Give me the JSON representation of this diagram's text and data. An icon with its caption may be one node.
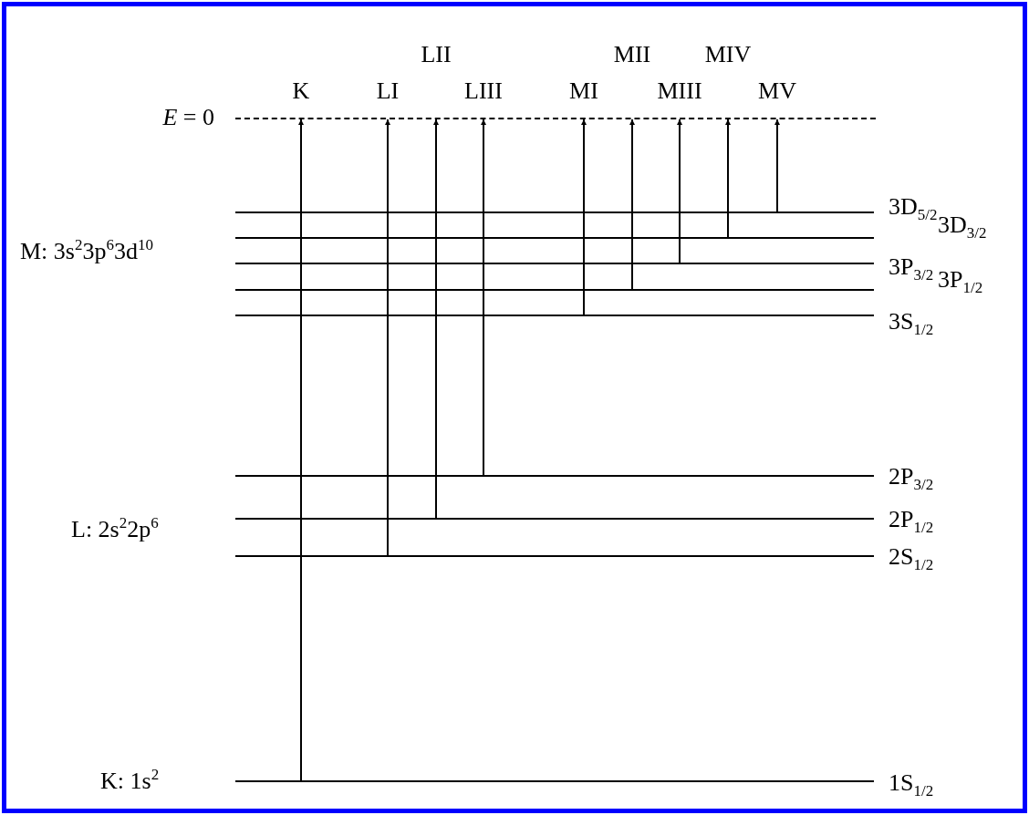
{
  "diagram": {
    "nodes": [
      {
        "text": [],
        "shape": "bar",
        "beside": [
          "*E* = 0"
        ]
      },
      {
        "text": [],
        "shape": "bar",
        "beside": [
          "3D$_{5/2}$"
        ]
      },
      {
        "text": [],
        "shape": "bar",
        "beside": [
          "3D$_{3/2}$"
        ]
      },
      {
        "text": [],
        "shape": "bar",
        "beside": [
          "3P$_{3/2}$"
        ]
      },
      {
        "text": [],
        "shape": "bar",
        "beside": [
          "3P$_{1/2}$"
        ]
      },
      {
        "text": [],
        "shape": "bar",
        "beside": [
          "3S$_{1/2}$"
        ]
      },
      {
        "text": [],
        "shape": "bar",
        "beside": [
          "2P$_{3/2}$"
        ]
      },
      {
        "text": [],
        "shape": "bar",
        "beside": [
          "2P$_{1/2}$"
        ]
      },
      {
        "text": [],
        "shape": "bar",
        "beside": [
          "2S$_{1/2}$"
        ]
      },
      {
        "text": [],
        "shape": "bar",
        "beside": [
          "1S$_{1/2}$"
        ]
      }
    ],
    "edges": [
      {
        "from": 9,
        "to": 0,
        "arrow": "to",
        "label": "K"
      },
      {
        "from": 8,
        "to": 0,
        "arrow": "to",
        "label": "LI"
      },
      {
        "from": 7,
        "to": 0,
        "arrow": "to",
        "label": "LII"
      },
      {
        "from": 6,
        "to": 0,
        "arrow": "to",
        "label": "LIII"
      },
      {
        "from": 5,
        "to": 0,
        "arrow": "to",
        "label": "MI"
      },
      {
        "from": 4,
        "to": 0,
        "arrow": "to",
        "label": "MII"
      },
      {
        "from": 3,
        "to": 0,
        "arrow": "to",
        "label": "MIII"
      },
      {
        "from": 2,
        "to": 0,
        "arrow": "to",
        "label": "MIV"
      },
      {
        "from": 1,
        "to": 0,
        "arrow": "to",
        "label": "MV"
      }
    ],
    "labels": [
      "M: 3s$^{2}$3p$^{6}$3d$^{10}$",
      "L: 2s$^{2}$2p$^{6}$",
      "K: 1s$^{2}$"
    ]
  }
}
